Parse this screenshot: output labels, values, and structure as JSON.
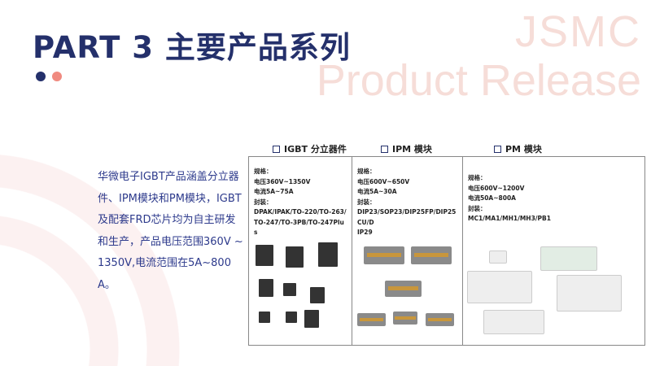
{
  "title": "PART 3 主要产品系列",
  "watermark": {
    "line1": "JSMC",
    "line2": "Product Release"
  },
  "colors": {
    "primary": "#24306b",
    "accent": "#f08a80"
  },
  "description": "华微电子IGBT产品涵盖分立器件、IPM模块和PM模块，IGBT及配套FRD芯片均为自主研发和生产，产品电压范围360V ~1350V,电流范围在5A~800A。",
  "columns": [
    {
      "header": "IGBT 分立器件",
      "lines": [
        "规格：",
        "电压360V~1350V",
        "电流5A~75A",
        "封装：",
        "DPAK/IPAK/TO-220/TO-263/",
        "TO-247/TO-3PB/TO-247Plus"
      ]
    },
    {
      "header": "IPM 模块",
      "lines": [
        "规格：",
        "电压600V~650V",
        "电流5A~30A",
        "封装：",
        "DIP23/SOP23/DIP25FP/DIP25CU/D",
        "IP29"
      ]
    },
    {
      "header": "PM 模块",
      "lines": [
        "规格：",
        "电压600V~1200V",
        "电流50A~800A",
        "封装：",
        "MC1/MA1/MH1/MH3/PB1"
      ]
    }
  ]
}
